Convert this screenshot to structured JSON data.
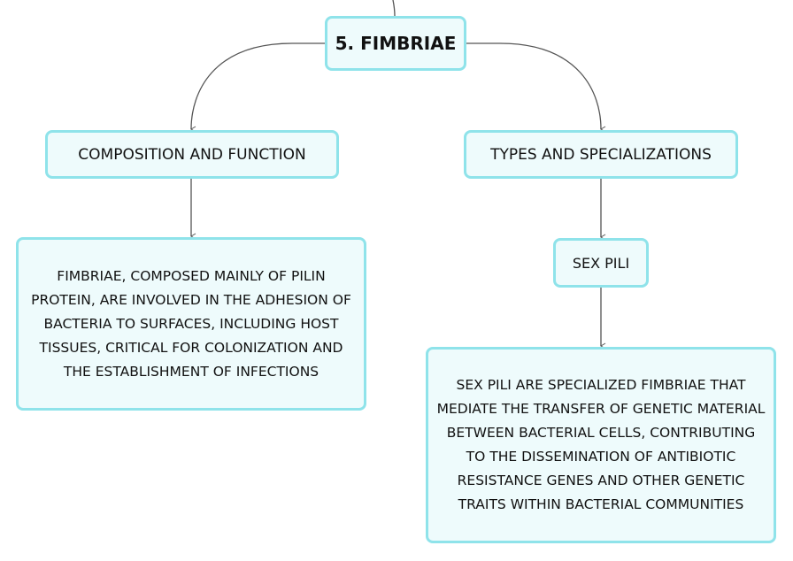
{
  "diagram": {
    "title": "5. FIMBRIAE",
    "branches": [
      {
        "label": "COMPOSITION AND FUNCTION",
        "detail": "FIMBRIAE, COMPOSED MAINLY OF PILIN PROTEIN, ARE INVOLVED IN THE ADHESION OF BACTERIA TO SURFACES, INCLUDING HOST TISSUES, CRITICAL FOR COLONIZATION AND THE ESTABLISHMENT OF INFECTIONS"
      },
      {
        "label": "TYPES AND SPECIALIZATIONS",
        "child": {
          "label": "SEX PILI",
          "detail": "SEX PILI ARE SPECIALIZED FIMBRIAE THAT MEDIATE THE TRANSFER OF GENETIC MATERIAL BETWEEN BACTERIAL CELLS, CONTRIBUTING TO THE DISSEMINATION OF ANTIBIOTIC RESISTANCE GENES AND OTHER GENETIC TRAITS WITHIN BACTERIAL COMMUNITIES"
        }
      }
    ]
  },
  "colors": {
    "node_border": "#8fe3ea",
    "node_fill": "#eefbfc",
    "connector": "#555555",
    "text": "#111111"
  }
}
